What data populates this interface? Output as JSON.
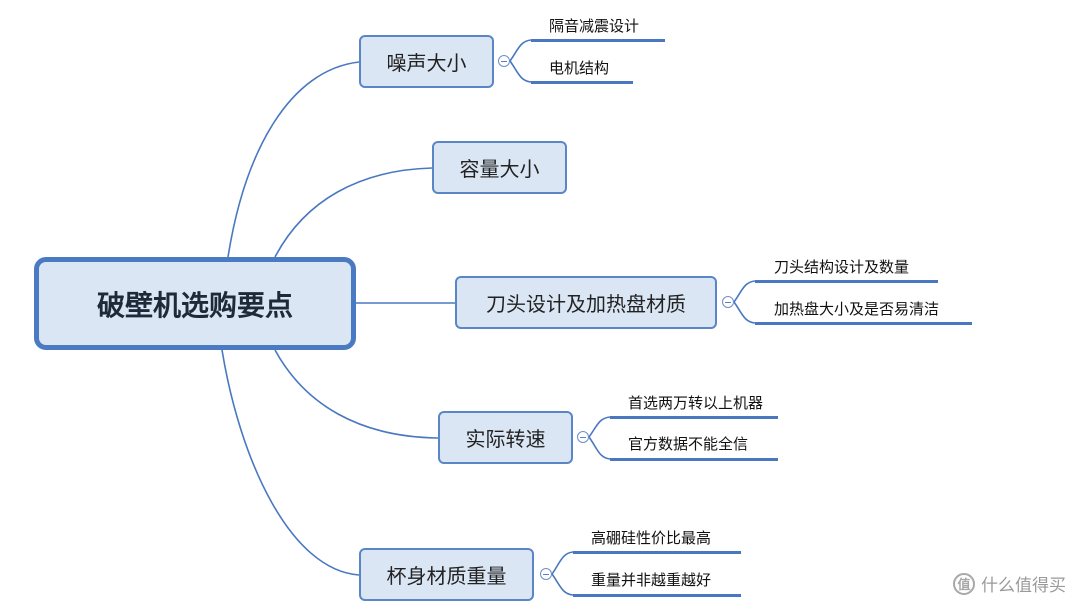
{
  "mindmap": {
    "root": {
      "label": "破壁机选购要点"
    },
    "branches": [
      {
        "label": "噪声大小",
        "children": [
          "隔音减震设计",
          "电机结构"
        ]
      },
      {
        "label": "容量大小",
        "children": []
      },
      {
        "label": "刀头设计及加热盘材质",
        "children": [
          "刀头结构设计及数量",
          "加热盘大小及是否易清洁"
        ]
      },
      {
        "label": "实际转速",
        "children": [
          "首选两万转以上机器",
          "官方数据不能全信"
        ]
      },
      {
        "label": "杯身材质重量",
        "children": [
          "高硼硅性价比最高",
          "重量并非越重越好"
        ]
      }
    ]
  },
  "colors": {
    "line": "#4a78c0",
    "node_fill": "#dbe6f5",
    "node_border": "#5b86c6"
  },
  "watermark": {
    "icon": "zhi-icon",
    "icon_text": "值",
    "text": "什么值得买"
  }
}
